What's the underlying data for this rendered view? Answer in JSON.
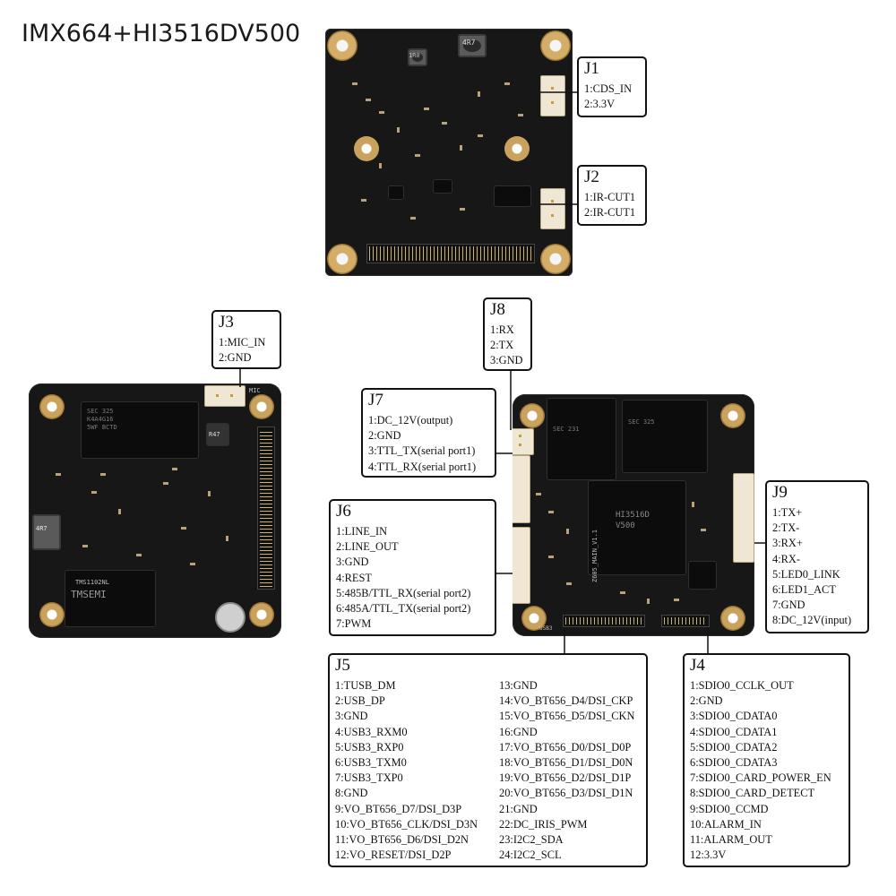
{
  "title": "IMX664+HI3516DV500",
  "pcb_silkscreen": {
    "top_board": [
      "4R7",
      "1R0"
    ],
    "left_board": [
      "4R7",
      "R47",
      "TMSEMI",
      "TMS1102NL"
    ],
    "right_board": [
      "Z605_MAIN_V1.1",
      "HI3516D",
      "V500",
      "USB3",
      "SEC 231",
      "SEC 325",
      "MIC"
    ]
  },
  "connectors": {
    "J1": {
      "title": "J1",
      "pins": [
        "1:CDS_IN",
        "2:3.3V"
      ]
    },
    "J2": {
      "title": "J2",
      "pins": [
        "1:IR-CUT1",
        "2:IR-CUT1"
      ]
    },
    "J3": {
      "title": "J3",
      "pins": [
        "1:MIC_IN",
        "2:GND"
      ]
    },
    "J8": {
      "title": "J8",
      "pins": [
        "1:RX",
        "2:TX",
        "3:GND"
      ]
    },
    "J7": {
      "title": "J7",
      "pins": [
        "1:DC_12V(output)",
        "2:GND",
        "3:TTL_TX(serial port1)",
        "4:TTL_RX(serial port1)"
      ]
    },
    "J6": {
      "title": "J6",
      "pins": [
        "1:LINE_IN",
        "2:LINE_OUT",
        "3:GND",
        "4:REST",
        "5:485B/TTL_RX(serial port2)",
        "6:485A/TTL_TX(serial port2)",
        "7:PWM"
      ]
    },
    "J9": {
      "title": "J9",
      "pins": [
        "1:TX+",
        "2:TX-",
        "3:RX+",
        "4:RX-",
        "5:LED0_LINK",
        "6:LED1_ACT",
        "7:GND",
        "8:DC_12V(input)"
      ]
    },
    "J5": {
      "title": "J5",
      "pins_left": [
        "1:TUSB_DM",
        "2:USB_DP",
        "3:GND",
        "4:USB3_RXM0",
        "5:USB3_RXP0",
        "6:USB3_TXM0",
        "7:USB3_TXP0",
        "8:GND",
        "9:VO_BT656_D7/DSI_D3P",
        "10:VO_BT656_CLK/DSI_D3N",
        "11:VO_BT656_D6/DSI_D2N",
        "12:VO_RESET/DSI_D2P"
      ],
      "pins_right": [
        "13:GND",
        "14:VO_BT656_D4/DSI_CKP",
        "15:VO_BT656_D5/DSI_CKN",
        "16:GND",
        "17:VO_BT656_D0/DSI_D0P",
        "18:VO_BT656_D1/DSI_D0N",
        "19:VO_BT656_D2/DSI_D1P",
        "20:VO_BT656_D3/DSI_D1N",
        "21:GND",
        "22:DC_IRIS_PWM",
        "23:I2C2_SDA",
        "24:I2C2_SCL"
      ]
    },
    "J4": {
      "title": "J4",
      "pins": [
        "1:SDIO0_CCLK_OUT",
        "2:GND",
        "3:SDIO0_CDATA0",
        "4:SDIO0_CDATA1",
        "5:SDIO0_CDATA2",
        "6:SDIO0_CDATA3",
        "7:SDIO0_CARD_POWER_EN",
        "8:SDIO0_CARD_DETECT",
        "9:SDIO0_CCMD",
        "10:ALARM_IN",
        "11:ALARM_OUT",
        "12:3.3V"
      ]
    }
  }
}
